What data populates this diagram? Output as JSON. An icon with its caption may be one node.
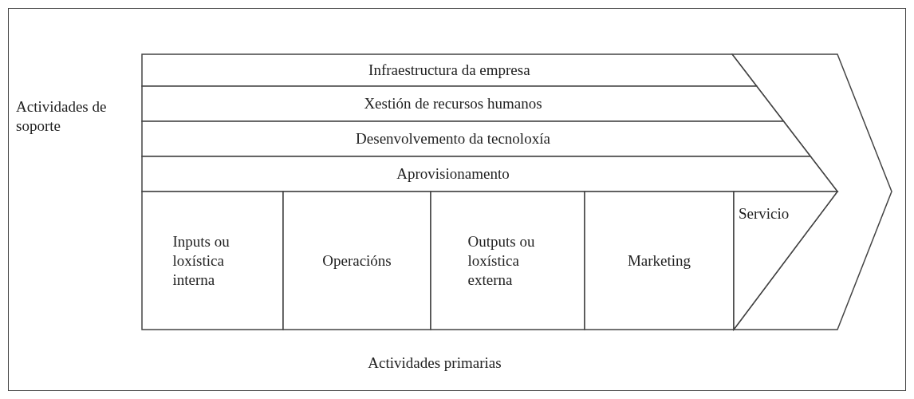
{
  "diagram": {
    "nodes": [
      {
        "text": [
          "Infraestructura da empresa"
        ]
      },
      {
        "text": [
          "Xestión de recursos humanos"
        ]
      },
      {
        "text": [
          "Desenvolvemento da tecnoloxía"
        ]
      },
      {
        "text": [
          "Aprovisionamento"
        ]
      },
      {
        "text": [
          "Inputs ou loxística interna"
        ]
      },
      {
        "text": [
          "Operacións"
        ]
      },
      {
        "text": [
          "Outputs ou loxística externa"
        ]
      },
      {
        "text": [
          "Marketing"
        ]
      },
      {
        "text": [
          "Servicio"
        ]
      }
    ],
    "labels": [
      "Actividades de soporte",
      "Actividades primarias"
    ]
  }
}
